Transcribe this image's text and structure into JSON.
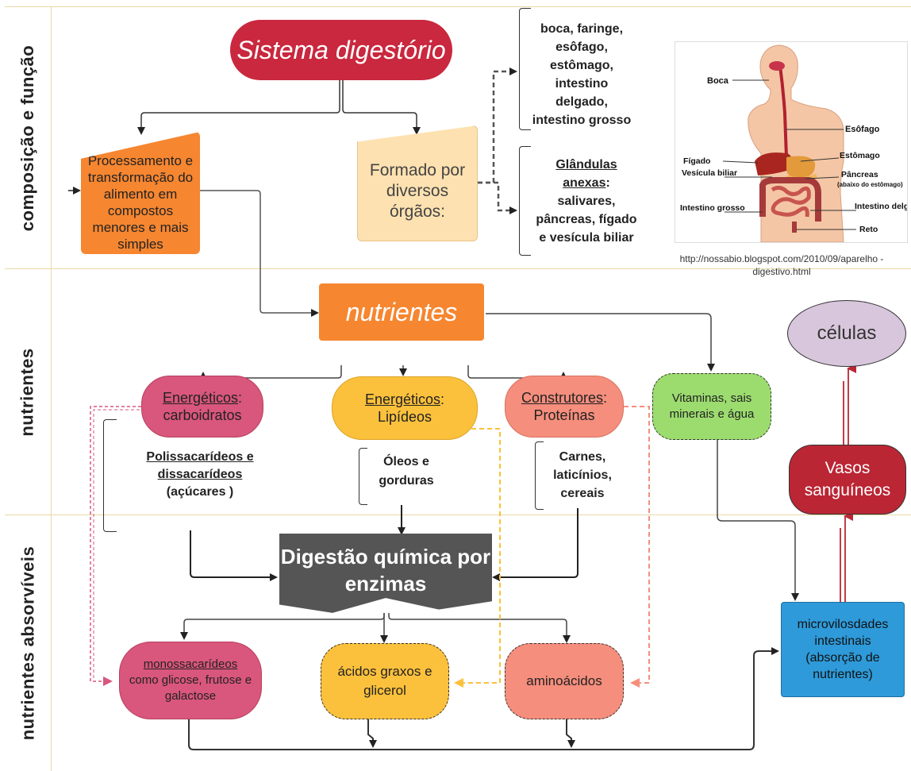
{
  "lanes": {
    "composition": "composição e função",
    "nutrients": "nutrientes",
    "absorbable": "nutrientes absorvíveis"
  },
  "nodes": {
    "sistema": "Sistema digestório",
    "processamento": "Processamento e  transformação do alimento em compostos menores e mais simples",
    "formado": "Formado por diversos órgãos:",
    "orgaos": "boca, faringe, esôfago, estômago, intestino delgado, intestino grosso",
    "glandulas_title": "Glândulas anexas",
    "glandulas_colon": ":",
    "glandulas_list": "salivares, pâncreas, fígado e vesícula  biliar",
    "nutrientes": "nutrientes",
    "energeticos1_title": "Energéticos",
    "energeticos1_sub": "carboidratos",
    "energeticos2_title": "Energéticos",
    "energeticos2_sub": "Lipídeos",
    "construtores_title": "Construtores",
    "construtores_sub": "Proteínas",
    "vitaminas": "Vitaminas, sais minerais e água",
    "celulas": "células",
    "vasos": "Vasos sanguíneos",
    "poli_title": "Polissacarídeos e dissacarídeos",
    "poli_sub": "(açúcares )",
    "oleos": "Óleos e gorduras",
    "carnes": "Carnes, laticínios, cereais",
    "digestao": "Digestão química por enzimas",
    "mono_title": "monossacarídeos",
    "mono_sub": "como glicose, frutose e galactose",
    "acidos": "ácidos graxos e glicerol",
    "aminoacidos": "aminoácidos",
    "microvilos": "microvilosdades intestinais",
    "microvilos_sub": "(absorção de nutrientes)",
    "colon": ":"
  },
  "anatomy_labels": {
    "boca": "Boca",
    "esofago": "Esôfago",
    "figado": "Fígado",
    "estomago": "Estômago",
    "vesicula": "Vesícula biliar",
    "pancreas": "Pâncreas",
    "pancreas_note": "(abaixo do estômago)",
    "intestino_grosso": "Intestino grosso",
    "intestino_delgado": "Intestino delgado",
    "reto": "Reto"
  },
  "source_url": "http://nossabio.blogspot.com/2010/09/aparelho -digestivo.html",
  "colors": {
    "red": "#c9283e",
    "orange": "#f68630",
    "peach": "#fde1b0",
    "pink": "#d9567c",
    "yellow": "#fcc13c",
    "salmon": "#f58e7d",
    "green": "#9cdc6f",
    "lilac": "#d8c6dc",
    "darkred": "#bb2634",
    "gray": "#555555",
    "blue": "#2e9ad9"
  }
}
